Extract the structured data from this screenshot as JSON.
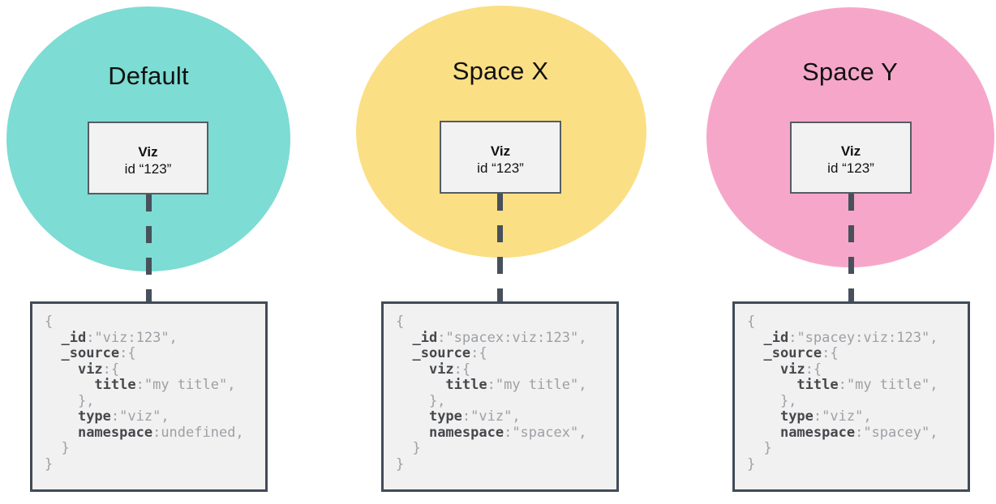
{
  "colors": {
    "background": "#FFFFFF",
    "connector_dash": "#47505B",
    "viz_box_fill": "#F2F2F2",
    "viz_box_border": "#565C64",
    "doc_box_fill": "#F1F1F1",
    "doc_box_border": "#414B58",
    "code_key": "#46484C",
    "code_value": "#9DA0A5",
    "title_text": "#111111"
  },
  "spaces": [
    {
      "name": "Default",
      "circle_color": "#7DDCD3",
      "viz": {
        "label": "Viz",
        "id": "id “123”"
      },
      "code_lines": [
        [
          [
            "p",
            "{"
          ]
        ],
        [
          [
            "p",
            "  "
          ],
          [
            "k",
            "_id"
          ],
          [
            "p",
            ":\"viz:123\","
          ]
        ],
        [
          [
            "p",
            "  "
          ],
          [
            "k",
            "_source"
          ],
          [
            "p",
            ":{"
          ]
        ],
        [
          [
            "p",
            "    "
          ],
          [
            "k",
            "viz"
          ],
          [
            "p",
            ":{"
          ]
        ],
        [
          [
            "p",
            "      "
          ],
          [
            "k",
            "title"
          ],
          [
            "p",
            ":\"my title\","
          ]
        ],
        [
          [
            "p",
            "    },"
          ]
        ],
        [
          [
            "p",
            "    "
          ],
          [
            "k",
            "type"
          ],
          [
            "p",
            ":\"viz\","
          ]
        ],
        [
          [
            "p",
            "    "
          ],
          [
            "k",
            "namespace"
          ],
          [
            "p",
            ":undefined,"
          ]
        ],
        [
          [
            "p",
            "  }"
          ]
        ],
        [
          [
            "p",
            "}"
          ]
        ]
      ]
    },
    {
      "name": "Space X",
      "circle_color": "#FBDF85",
      "viz": {
        "label": "Viz",
        "id": "id “123”"
      },
      "code_lines": [
        [
          [
            "p",
            "{"
          ]
        ],
        [
          [
            "p",
            "  "
          ],
          [
            "k",
            "_id"
          ],
          [
            "p",
            ":\"spacex:viz:123\","
          ]
        ],
        [
          [
            "p",
            "  "
          ],
          [
            "k",
            "_source"
          ],
          [
            "p",
            ":{"
          ]
        ],
        [
          [
            "p",
            "    "
          ],
          [
            "k",
            "viz"
          ],
          [
            "p",
            ":{"
          ]
        ],
        [
          [
            "p",
            "      "
          ],
          [
            "k",
            "title"
          ],
          [
            "p",
            ":\"my title\","
          ]
        ],
        [
          [
            "p",
            "    },"
          ]
        ],
        [
          [
            "p",
            "    "
          ],
          [
            "k",
            "type"
          ],
          [
            "p",
            ":\"viz\","
          ]
        ],
        [
          [
            "p",
            "    "
          ],
          [
            "k",
            "namespace"
          ],
          [
            "p",
            ":\"spacex\","
          ]
        ],
        [
          [
            "p",
            "  }"
          ]
        ],
        [
          [
            "p",
            "}"
          ]
        ]
      ]
    },
    {
      "name": "Space Y",
      "circle_color": "#F6A7C9",
      "viz": {
        "label": "Viz",
        "id": "id “123”"
      },
      "code_lines": [
        [
          [
            "p",
            "{"
          ]
        ],
        [
          [
            "p",
            "  "
          ],
          [
            "k",
            "_id"
          ],
          [
            "p",
            ":\"spacey:viz:123\","
          ]
        ],
        [
          [
            "p",
            "  "
          ],
          [
            "k",
            "_source"
          ],
          [
            "p",
            ":{"
          ]
        ],
        [
          [
            "p",
            "    "
          ],
          [
            "k",
            "viz"
          ],
          [
            "p",
            ":{"
          ]
        ],
        [
          [
            "p",
            "      "
          ],
          [
            "k",
            "title"
          ],
          [
            "p",
            ":\"my title\","
          ]
        ],
        [
          [
            "p",
            "    },"
          ]
        ],
        [
          [
            "p",
            "    "
          ],
          [
            "k",
            "type"
          ],
          [
            "p",
            ":\"viz\","
          ]
        ],
        [
          [
            "p",
            "    "
          ],
          [
            "k",
            "namespace"
          ],
          [
            "p",
            ":\"spacey\","
          ]
        ],
        [
          [
            "p",
            "  }"
          ]
        ],
        [
          [
            "p",
            "}"
          ]
        ]
      ]
    }
  ]
}
